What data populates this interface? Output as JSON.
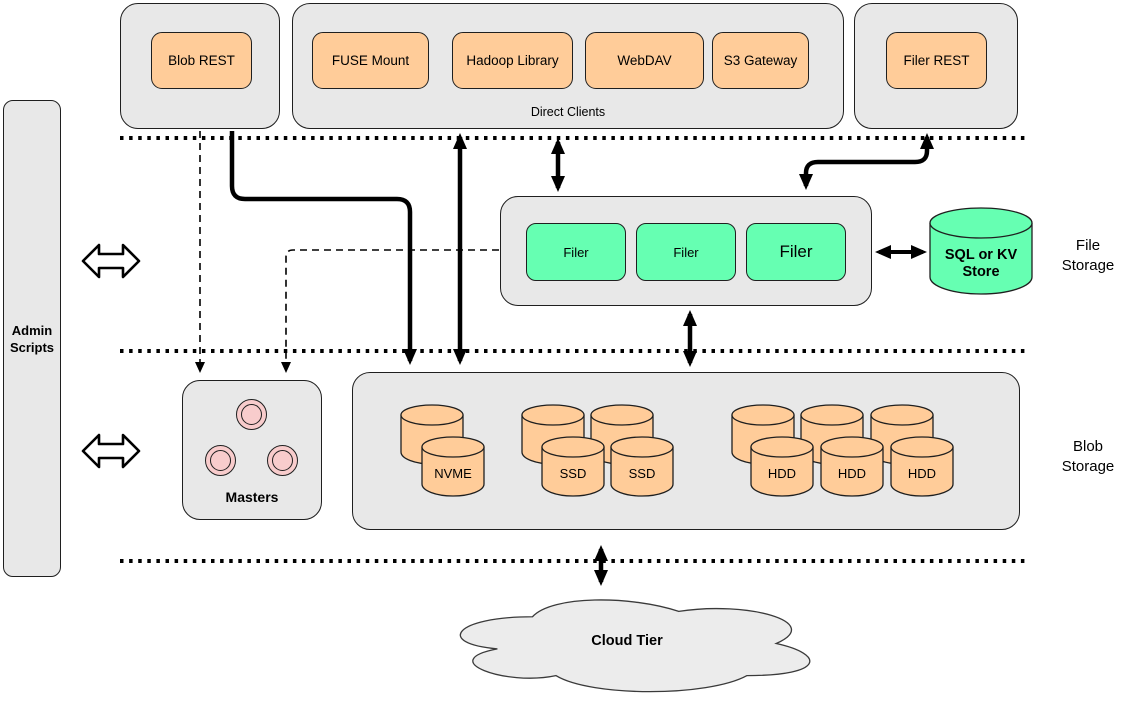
{
  "sections": {
    "clients": {
      "blob_rest": "Blob REST",
      "direct_clients_label": "Direct Clients",
      "direct_clients": [
        "FUSE Mount",
        "Hadoop Library",
        "WebDAV",
        "S3 Gateway"
      ],
      "filer_rest": "Filer REST"
    },
    "admin": {
      "line1": "Admin",
      "line2": "Scripts"
    },
    "file_storage": {
      "filers": [
        "Filer",
        "Filer",
        "Filer"
      ],
      "store": {
        "line1": "SQL or KV",
        "line2": "Store"
      },
      "label": {
        "line1": "File",
        "line2": "Storage"
      }
    },
    "masters": {
      "label": "Masters"
    },
    "blob_storage": {
      "volumes": {
        "nvme": "NVME",
        "ssd_1": "SSD",
        "ssd_2": "SSD",
        "hdd_1": "HDD",
        "hdd_2": "HDD",
        "hdd_3": "HDD"
      },
      "label": {
        "line1": "Blob",
        "line2": "Storage"
      }
    },
    "cloud": {
      "label": "Cloud Tier"
    }
  },
  "colors": {
    "container_gray": "#e8e8e8",
    "client_orange": "#ffcc99",
    "filer_green": "#66ffb2",
    "master_pink": "#f8cccc",
    "cloud_gray": "#ececec",
    "line_black": "#000000"
  }
}
